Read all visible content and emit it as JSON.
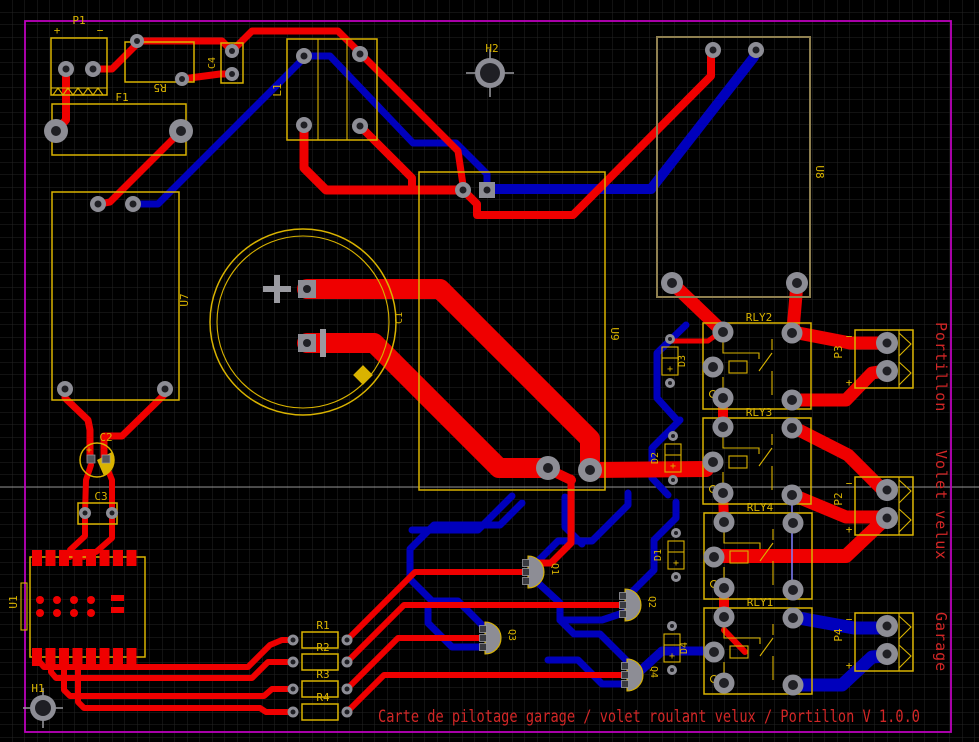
{
  "board": {
    "title": "Carte de pilotage garage / volet roulant velux / Portillon V 1.0.0",
    "outputs": {
      "portillon": "Portillon",
      "volet_velux": "Volet velux",
      "garage": "Garage"
    },
    "signs": {
      "plus": "+",
      "minus": "−"
    }
  },
  "labels": {
    "p1": "P1",
    "f1": "F1",
    "r5": "R5",
    "c4": "C4",
    "l1": "L1",
    "h2": "H2",
    "u8": "U8",
    "u7": "U7",
    "c1": "C1",
    "u9": "U9",
    "c2": "C2",
    "c3": "C3",
    "u1": "U1",
    "h1": "H1",
    "r1": "R1",
    "r2": "R2",
    "r3": "R3",
    "r4": "R4",
    "q1": "Q1",
    "q2": "Q2",
    "q3": "Q3",
    "q4": "Q4",
    "d1": "D1",
    "d2": "D2",
    "d3": "D3",
    "d4": "D4",
    "rly1": "RLY1",
    "rly2": "RLY2",
    "rly3": "RLY3",
    "rly4": "RLY4",
    "p2": "P2",
    "p3": "P3",
    "p4": "P4"
  },
  "colors": {
    "background": "#000000",
    "grid": "#242424",
    "axis_line": "#c2c2c2",
    "board_outline": "#bb00bb",
    "copper_top": "#ef0000",
    "copper_bottom": "#0000bc",
    "silkscreen": "#d9b300",
    "doc_layer": "#8f8050",
    "pad": "#8d8d95",
    "hole": "#1f1f24",
    "hardware_gray": "#9a9aa0",
    "text_red": "#d22626",
    "airwire": "#8080ff"
  }
}
